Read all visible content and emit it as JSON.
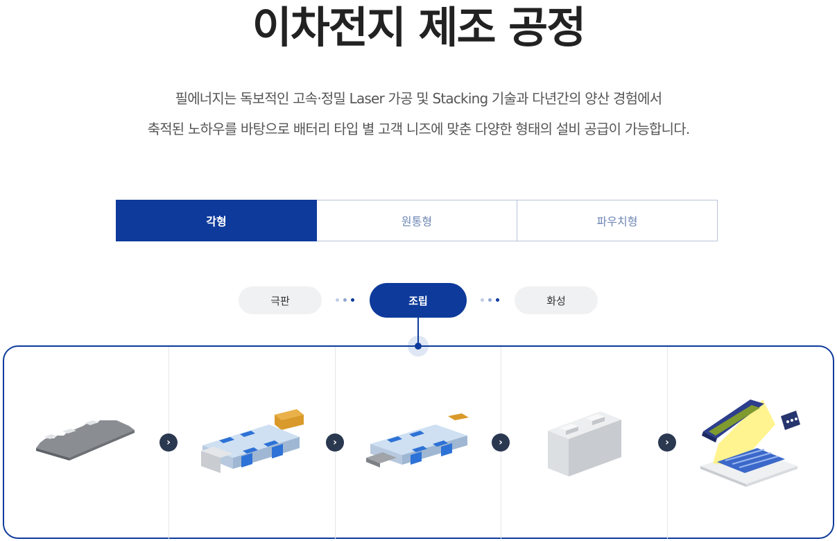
{
  "page_title": "이차전지 제조 공정",
  "description": {
    "line1": "필에너지는 독보적인 고속·정밀 Laser 가공 및 Stacking 기술과 다년간의 양산 경험에서",
    "line2": "축적된 노하우를 바탕으로 배터리 타입 별 고객 니즈에 맞춘 다양한 형태의 설비 공급이 가능합니다."
  },
  "tabs": [
    {
      "label": "각형",
      "active": true
    },
    {
      "label": "원통형",
      "active": false
    },
    {
      "label": "파우치형",
      "active": false
    }
  ],
  "process_steps": [
    {
      "label": "극판",
      "active": false
    },
    {
      "label": "조립",
      "active": true
    },
    {
      "label": "화성",
      "active": false
    }
  ],
  "colors": {
    "accent": "#0d3a9b",
    "tab_inactive_text": "#6e86b4",
    "arrow_bg": "#2a3850",
    "dot_light": "#9db4dc"
  },
  "flow": {
    "stages": [
      {
        "icon": "electrode-sheet-icon"
      },
      {
        "icon": "jelly-roll-stack-icon"
      },
      {
        "icon": "cell-assembly-icon"
      },
      {
        "icon": "battery-case-icon"
      },
      {
        "icon": "laser-welding-icon"
      }
    ],
    "arrow_glyph": "›"
  }
}
